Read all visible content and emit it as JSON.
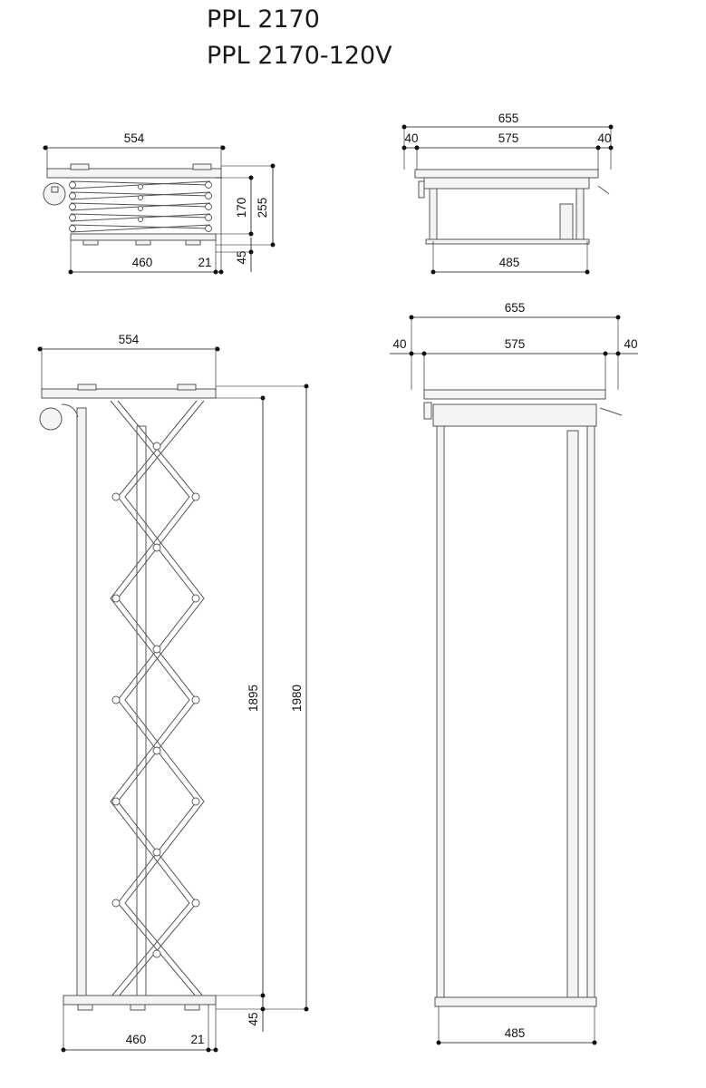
{
  "title": {
    "line1": "PPL 2170",
    "line2": "PPL 2170-120V"
  },
  "views": {
    "side_closed": {
      "width": "554",
      "h170": "170",
      "h255": "255",
      "h45": "45",
      "base460": "460",
      "base21": "21"
    },
    "front_closed": {
      "width655": "655",
      "left40": "40",
      "mid575": "575",
      "right40": "40",
      "base485": "485"
    },
    "side_open": {
      "width": "554",
      "h1895": "1895",
      "h1980": "1980",
      "h45": "45",
      "base460": "460",
      "base21": "21"
    },
    "front_open": {
      "width655": "655",
      "left40": "40",
      "mid575": "575",
      "right40": "40",
      "base485": "485"
    }
  }
}
